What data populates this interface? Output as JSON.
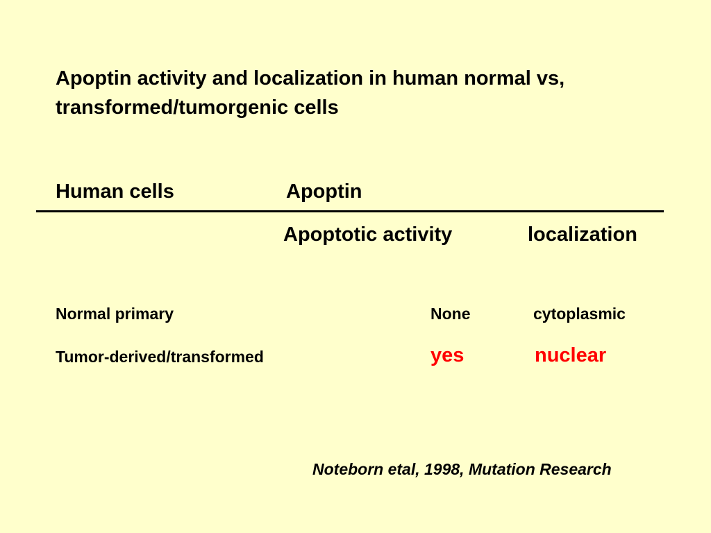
{
  "title": {
    "line1": "Apoptin activity and localization in human normal vs,",
    "line2": "transformed/tumorgenic cells"
  },
  "table": {
    "header": {
      "col_cells": "Human cells",
      "col_apoptin": "Apoptin"
    },
    "subheader": {
      "activity": "Apoptotic activity",
      "localization": "localization"
    },
    "rows": [
      {
        "cell": "Normal primary",
        "activity": "None",
        "localization": "cytoplasmic"
      },
      {
        "cell": "Tumor-derived/transformed",
        "activity": "yes",
        "localization": "nuclear"
      }
    ]
  },
  "citation": "Noteborn etal, 1998, Mutation Research",
  "colors": {
    "background": "#ffffcc",
    "text": "#000000",
    "highlight": "#ff0000"
  }
}
